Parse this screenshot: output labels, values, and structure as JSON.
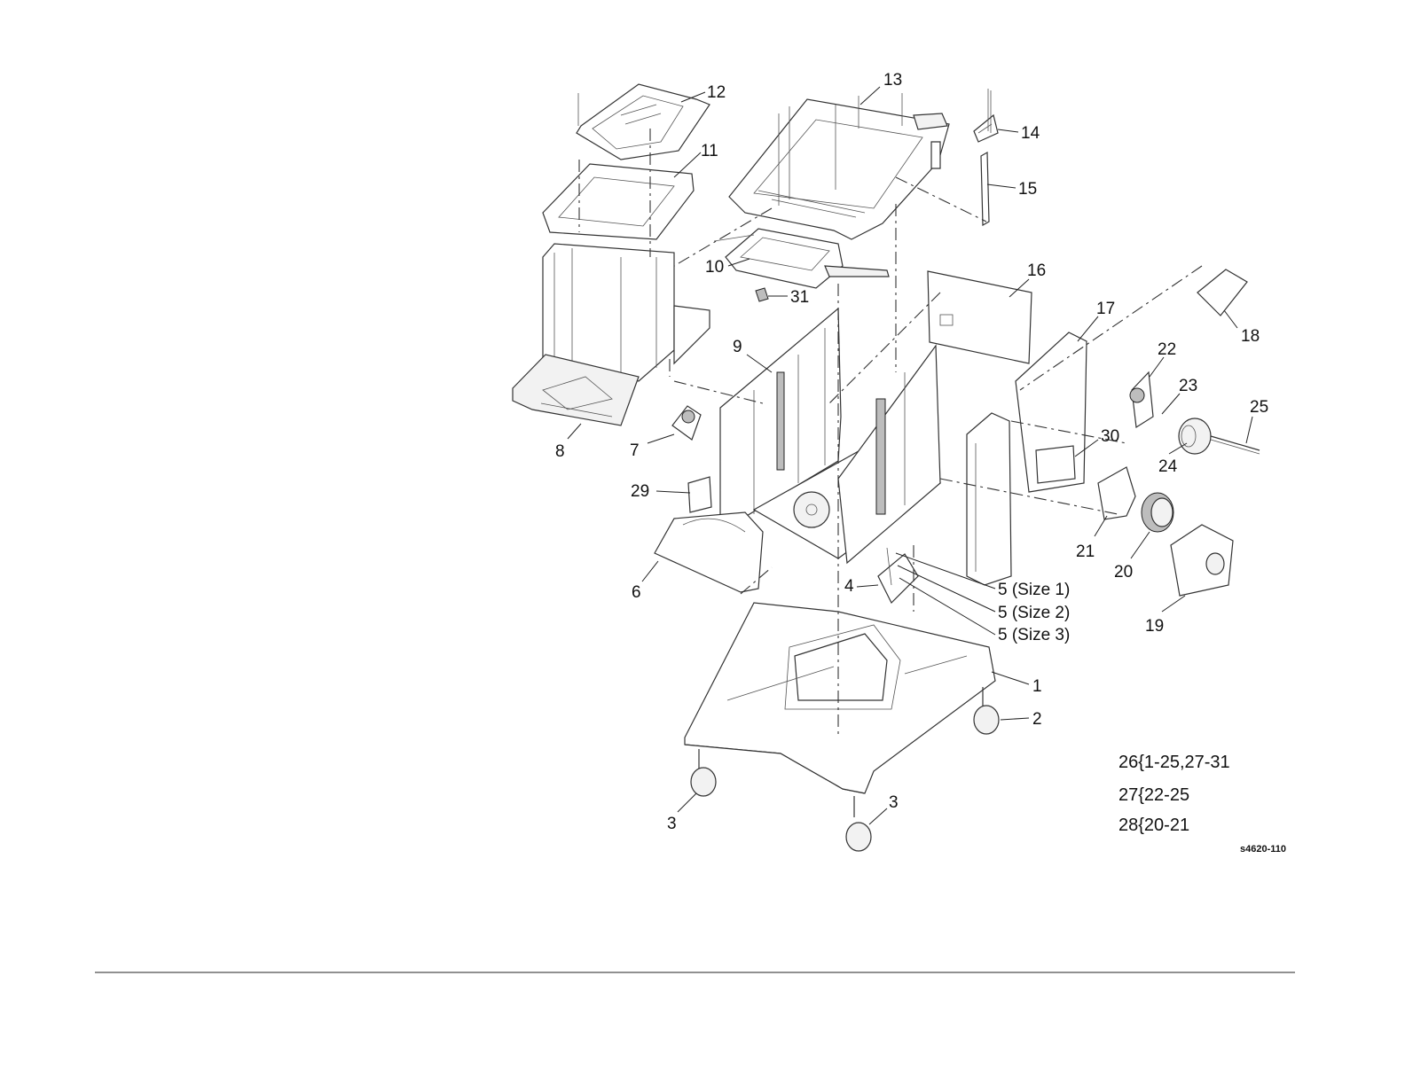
{
  "figure": {
    "callouts": [
      {
        "id": "c1",
        "text": "1"
      },
      {
        "id": "c2",
        "text": "2"
      },
      {
        "id": "c3a",
        "text": "3"
      },
      {
        "id": "c3b",
        "text": "3"
      },
      {
        "id": "c4",
        "text": "4"
      },
      {
        "id": "c5a",
        "text": "5 (Size 1)"
      },
      {
        "id": "c5b",
        "text": "5 (Size 2)"
      },
      {
        "id": "c5c",
        "text": "5 (Size 3)"
      },
      {
        "id": "c6",
        "text": "6"
      },
      {
        "id": "c7",
        "text": "7"
      },
      {
        "id": "c8",
        "text": "8"
      },
      {
        "id": "c9",
        "text": "9"
      },
      {
        "id": "c10",
        "text": "10"
      },
      {
        "id": "c11",
        "text": "11"
      },
      {
        "id": "c12",
        "text": "12"
      },
      {
        "id": "c13",
        "text": "13"
      },
      {
        "id": "c14",
        "text": "14"
      },
      {
        "id": "c15",
        "text": "15"
      },
      {
        "id": "c16",
        "text": "16"
      },
      {
        "id": "c17",
        "text": "17"
      },
      {
        "id": "c18",
        "text": "18"
      },
      {
        "id": "c19",
        "text": "19"
      },
      {
        "id": "c20",
        "text": "20"
      },
      {
        "id": "c21",
        "text": "21"
      },
      {
        "id": "c22",
        "text": "22"
      },
      {
        "id": "c23",
        "text": "23"
      },
      {
        "id": "c24",
        "text": "24"
      },
      {
        "id": "c25",
        "text": "25"
      },
      {
        "id": "c29",
        "text": "29"
      },
      {
        "id": "c30",
        "text": "30"
      },
      {
        "id": "c31",
        "text": "31"
      }
    ],
    "assemblies": [
      "26{1-25,27-31",
      "27{22-25",
      "28{20-21"
    ],
    "figure_id": "s4620-110"
  }
}
